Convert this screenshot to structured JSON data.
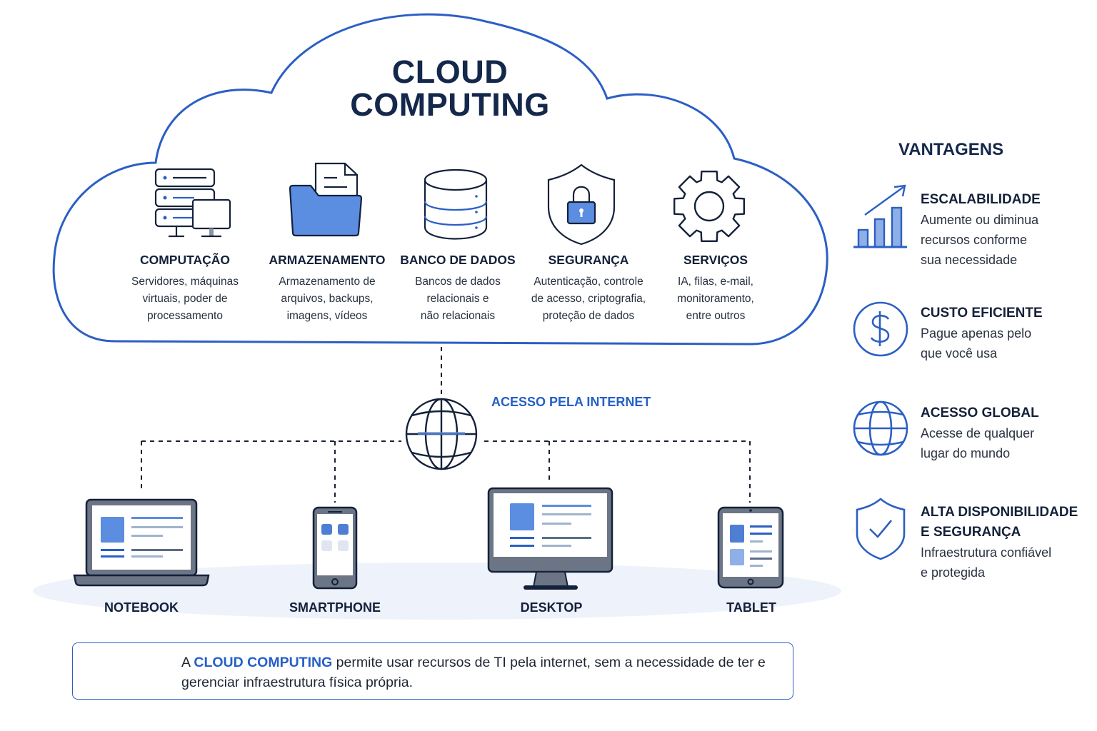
{
  "title": {
    "line1": "CLOUD",
    "line2": "COMPUTING"
  },
  "services": [
    {
      "icon": "server-computer-icon",
      "title": "COMPUTAÇÃO",
      "description": "Servidores, máquinas\nvirtuais, poder de\nprocessamento"
    },
    {
      "icon": "folder-document-icon",
      "title": "ARMAZENAMENTO",
      "description": "Armazenamento de\narquivos, backups,\nimagens, vídeos"
    },
    {
      "icon": "database-icon",
      "title": "BANCO DE DADOS",
      "description": "Bancos de dados\nrelacionais e\nnão relacionais"
    },
    {
      "icon": "shield-lock-icon",
      "title": "SEGURANÇA",
      "description": "Autenticação, controle\nde acesso, criptografia,\nproteção de dados"
    },
    {
      "icon": "gear-icon",
      "title": "SERVIÇOS",
      "description": "IA, filas, e-mail,\nmonitoramento,\nentre outros"
    }
  ],
  "network": {
    "label": "ACESSO PELA INTERNET",
    "icon": "globe-icon"
  },
  "devices": [
    {
      "icon": "laptop-icon",
      "label": "NOTEBOOK"
    },
    {
      "icon": "smartphone-icon",
      "label": "SMARTPHONE"
    },
    {
      "icon": "desktop-monitor-icon",
      "label": "DESKTOP"
    },
    {
      "icon": "tablet-icon",
      "label": "TABLET"
    }
  ],
  "advantages": {
    "heading": "VANTAGENS",
    "items": [
      {
        "icon": "growth-chart-icon",
        "title": "ESCALABILIDADE",
        "description": "Aumente ou diminua\nrecursos conforme\nsua necessidade"
      },
      {
        "icon": "dollar-icon",
        "title": "CUSTO EFICIENTE",
        "description": "Pague apenas pelo\nque você usa"
      },
      {
        "icon": "globe-icon",
        "title": "ACESSO GLOBAL",
        "description": "Acesse de qualquer\nlugar do mundo"
      },
      {
        "icon": "shield-check-icon",
        "title": "ALTA DISPONIBILIDADE\nE SEGURANÇA",
        "description": "Infraestrutura confiável\ne protegida"
      }
    ]
  },
  "footer": {
    "icon": "cloud-icon",
    "prefix": "A ",
    "highlight": "CLOUD COMPUTING",
    "text": " permite usar recursos de TI pela internet, sem a necessidade de ter e gerenciar infraestrutura física própria."
  },
  "colors": {
    "accent": "#2560c8",
    "navy": "#14284b",
    "icon_fill": "#5b8de0",
    "ground": "#eef2fa"
  }
}
